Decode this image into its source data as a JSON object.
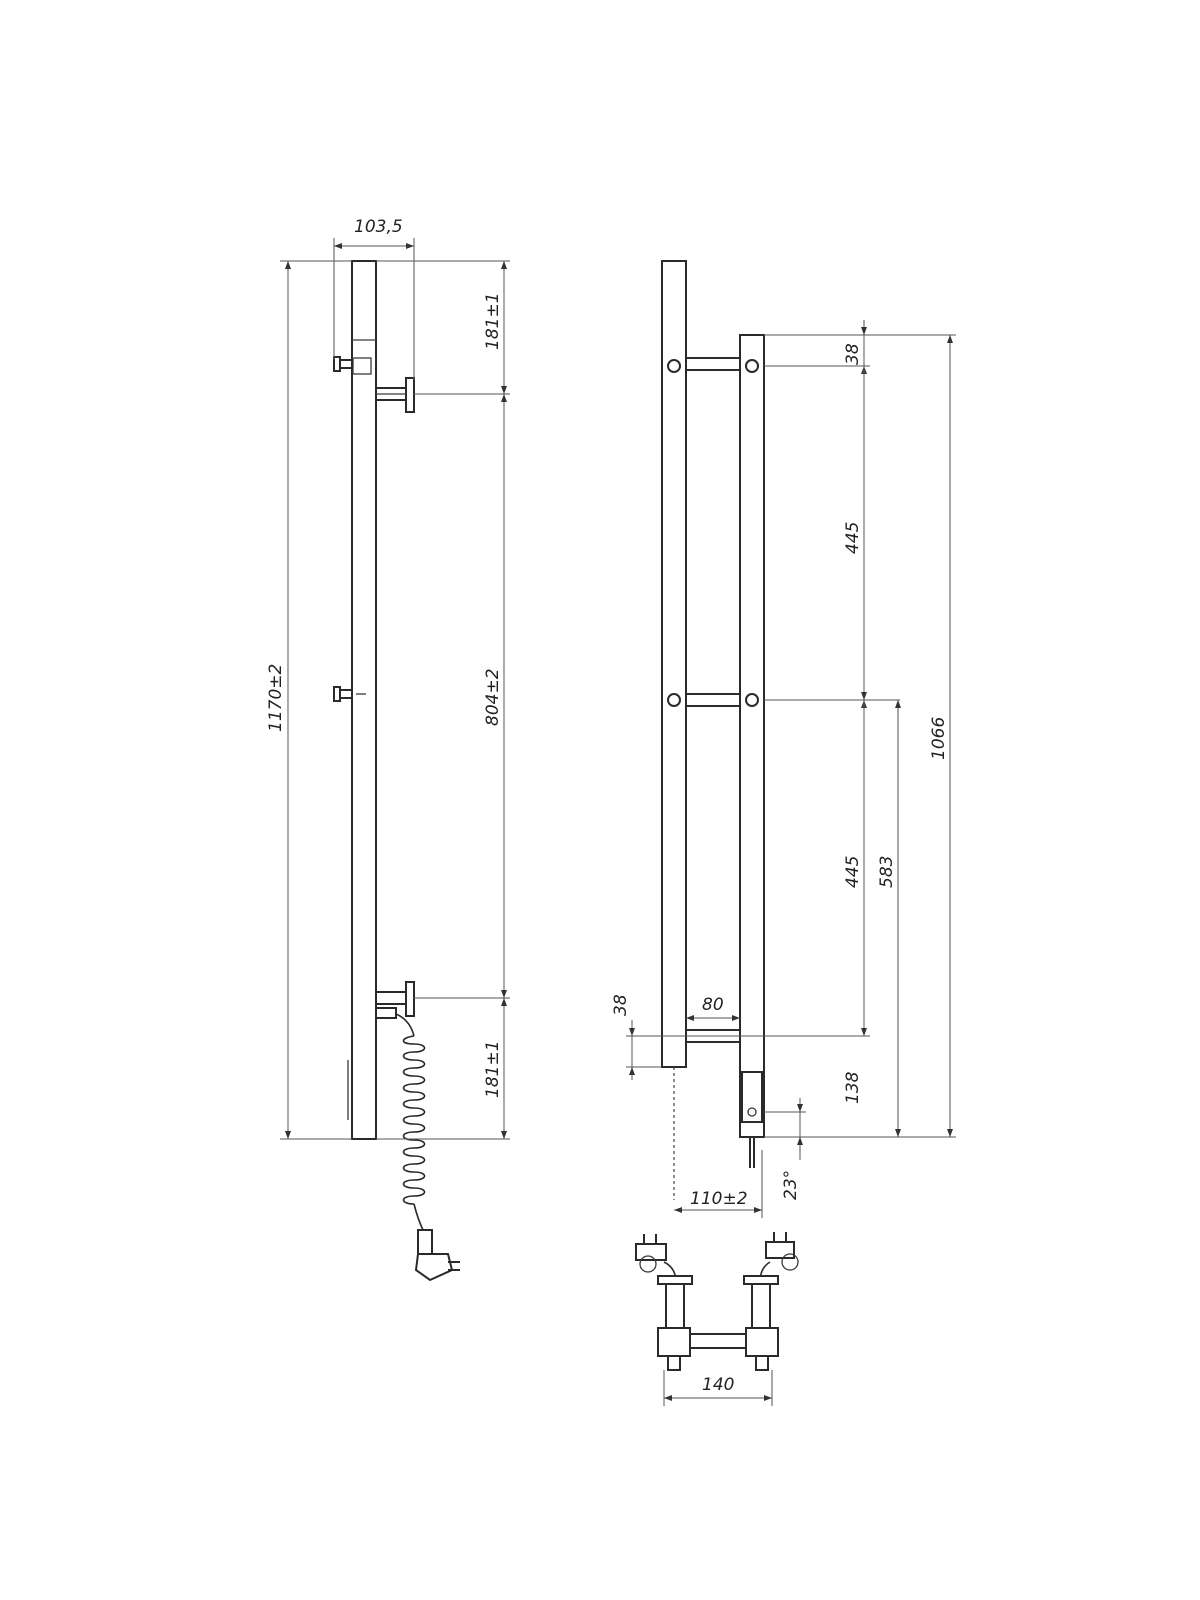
{
  "colors": {
    "line": "#2a2a2a",
    "background": "#ffffff"
  },
  "left_view": {
    "dim_width_top": "103,5",
    "dim_total_height": "1170±2",
    "dim_top_bracket": "181±1",
    "dim_bracket_span": "804±2",
    "dim_bottom_bracket": "181±1"
  },
  "right_view": {
    "dim_top_offset": "38",
    "dim_rung_spacing_upper": "445",
    "dim_rung_spacing_lower": "445",
    "dim_overall": "1066",
    "dim_middle_to_bottom": "583",
    "dim_bottom_box": "138",
    "dim_bottom_offset": "38",
    "dim_rung_length": "80",
    "dim_depth": "110±2",
    "dim_angle": "23°"
  },
  "bottom_view": {
    "dim_bracket_width": "140"
  }
}
